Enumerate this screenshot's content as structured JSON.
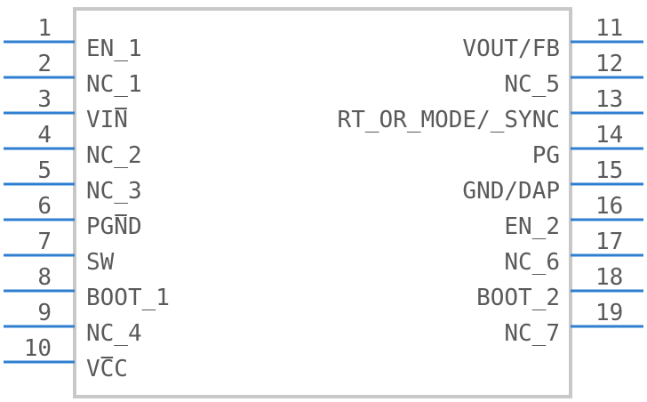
{
  "component": {
    "left_pins": [
      {
        "number": "1",
        "name": "EN_1"
      },
      {
        "number": "2",
        "name": "NC_1"
      },
      {
        "number": "3",
        "name": "VIN"
      },
      {
        "number": "4",
        "name": "NC_2"
      },
      {
        "number": "5",
        "name": "NC_3"
      },
      {
        "number": "6",
        "name": "PGND"
      },
      {
        "number": "7",
        "name": "SW"
      },
      {
        "number": "8",
        "name": "BOOT_1"
      },
      {
        "number": "9",
        "name": "NC_4"
      },
      {
        "number": "10",
        "name": "VCC"
      }
    ],
    "right_pins": [
      {
        "number": "11",
        "name": "VOUT/FB"
      },
      {
        "number": "12",
        "name": "NC_5"
      },
      {
        "number": "13",
        "name": "RT_OR_MODE/_SYNC"
      },
      {
        "number": "14",
        "name": "PG"
      },
      {
        "number": "15",
        "name": "GND/DAP"
      },
      {
        "number": "16",
        "name": "EN_2"
      },
      {
        "number": "17",
        "name": "NC_6"
      },
      {
        "number": "18",
        "name": "BOOT_2"
      },
      {
        "number": "19",
        "name": "NC_7"
      }
    ],
    "colors": {
      "pin_line": "#2f7fd0",
      "body_outline": "#c8c8c8",
      "text": "#5a5a5a"
    }
  }
}
